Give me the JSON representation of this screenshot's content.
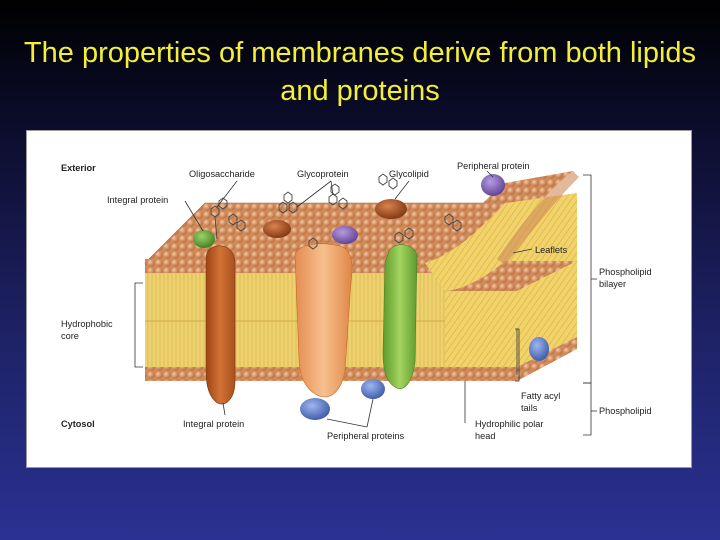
{
  "slide": {
    "title": "The properties of membranes derive from both lipids and proteins"
  },
  "diagram": {
    "labels": {
      "exterior": "Exterior",
      "cytosol": "Cytosol",
      "oligosaccharide": "Oligosaccharide",
      "glycoprotein": "Glycoprotein",
      "glycolipid": "Glycolipid",
      "peripheral_protein_top": "Peripheral protein",
      "integral_protein_top": "Integral protein",
      "leaflets": "Leaflets",
      "phospholipid_bilayer": "Phospholipid bilayer",
      "hydrophobic_core": "Hydrophobic core",
      "fatty_acyl_tails": "Fatty acyl tails",
      "phospholipid": "Phospholipid",
      "integral_protein_bottom": "Integral protein",
      "peripheral_proteins_bottom": "Peripheral proteins",
      "hydrophilic_polar_head": "Hydrophilic polar head"
    },
    "colors": {
      "head_fill": "#d9925c",
      "tail_fill": "#f1d36a",
      "protein_orange_dark": "#c35f28",
      "protein_orange_light": "#f0a86a",
      "protein_green": "#7cb83f",
      "protein_blue": "#4f6fc4",
      "protein_purple": "#7d5bb0",
      "glycolipid_brown": "#a04a1e"
    }
  }
}
